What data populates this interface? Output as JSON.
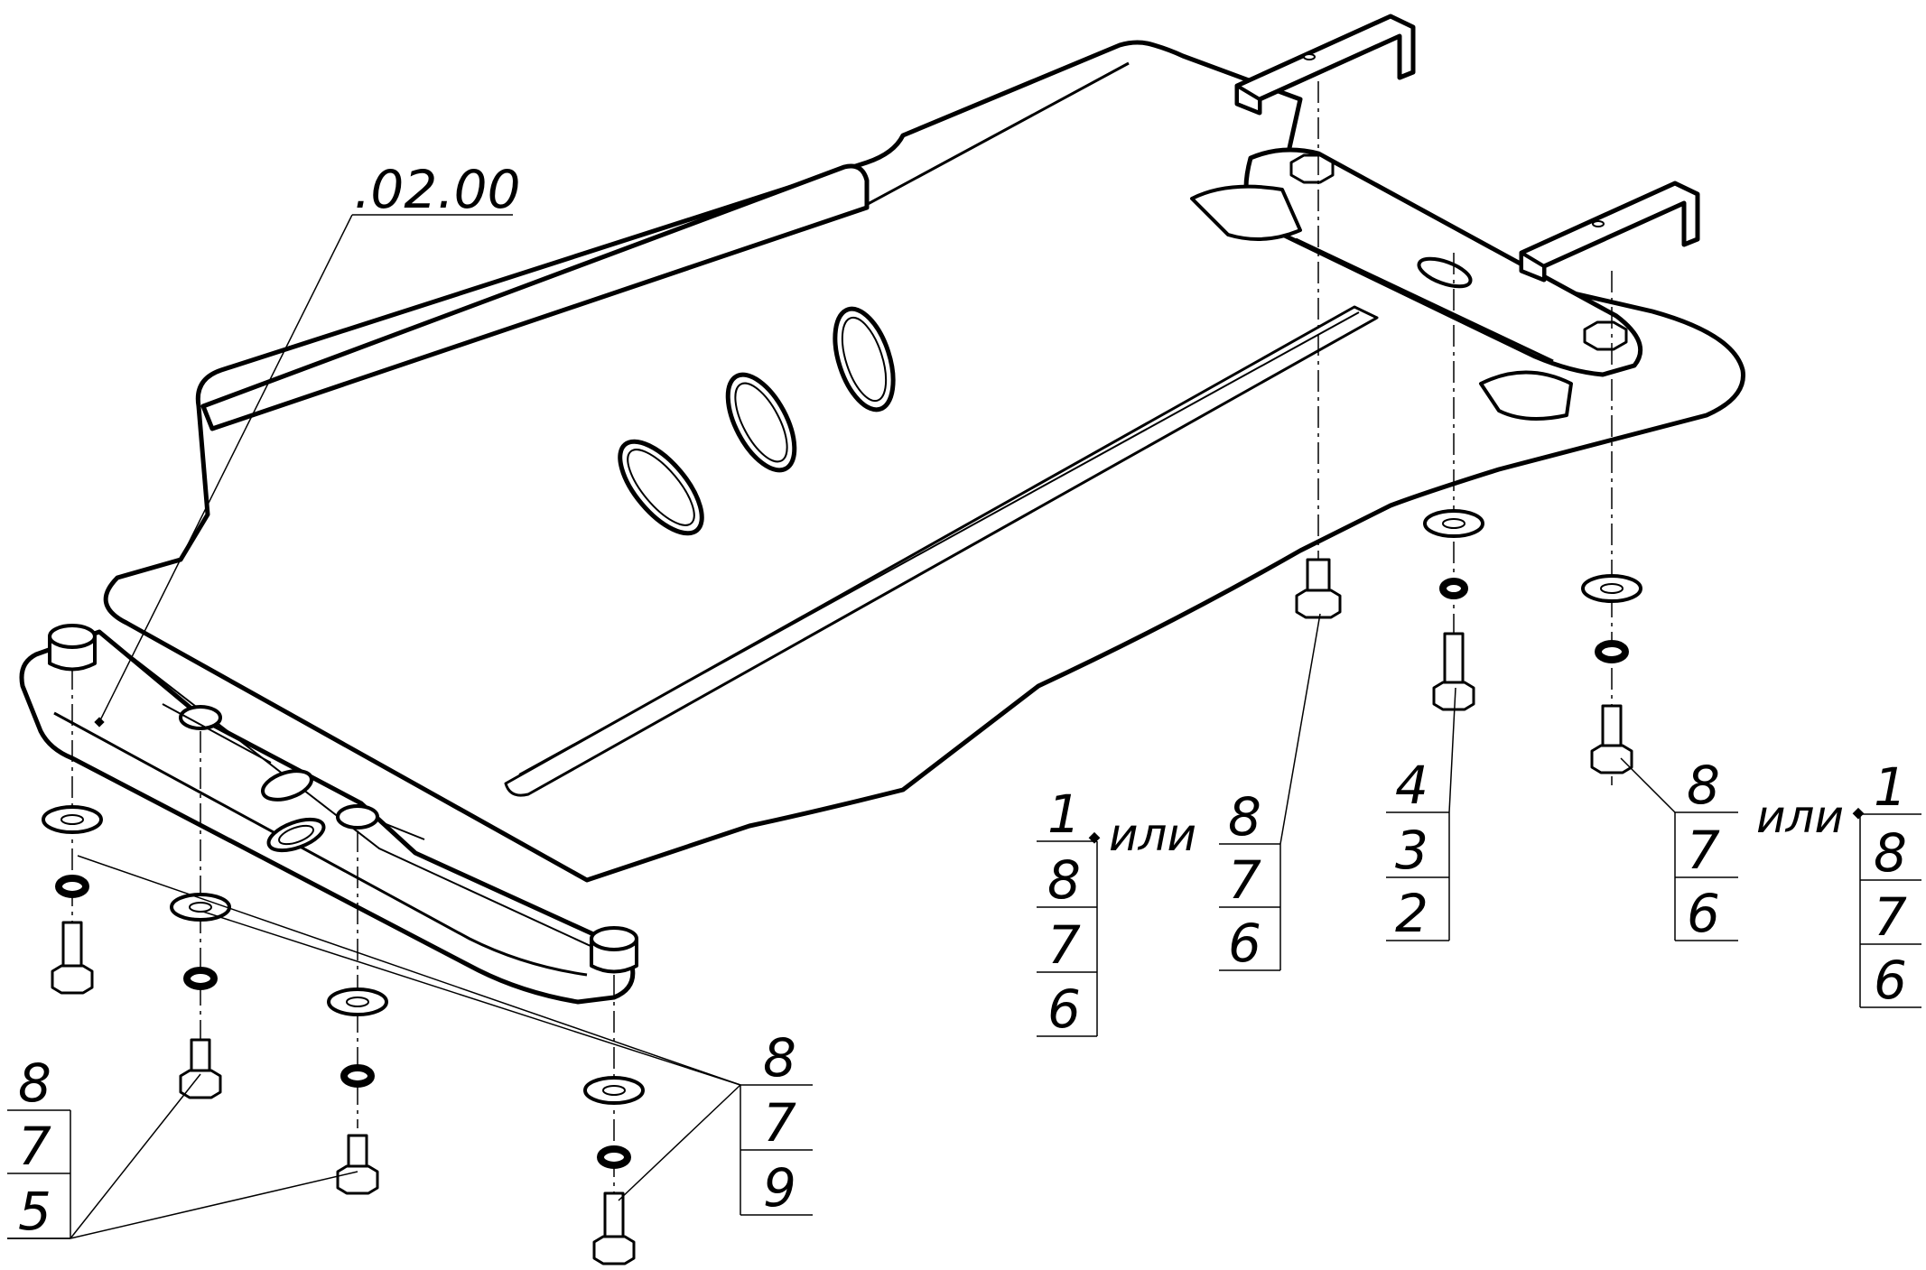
{
  "drawing_ref": ".02.00",
  "callouts": {
    "left_bottom": [
      "8",
      "7",
      "5"
    ],
    "center_bottom": [
      "8",
      "7",
      "9"
    ],
    "mid_group_a": {
      "top": "1",
      "or": "или",
      "stack": [
        "8",
        "7",
        "6"
      ]
    },
    "mid_group_b": [
      "8",
      "7",
      "6"
    ],
    "mid_group_c": [
      "4",
      "3",
      "2"
    ],
    "right_group_a": [
      "8",
      "7",
      "6"
    ],
    "right_group_b": {
      "top": "1",
      "or": "или",
      "stack": [
        "8",
        "7",
        "6"
      ]
    }
  },
  "colors": {
    "line": "#000000",
    "background": "#ffffff"
  }
}
